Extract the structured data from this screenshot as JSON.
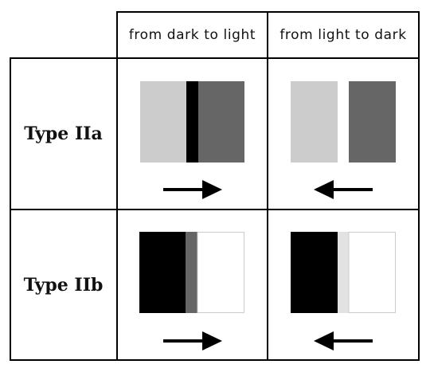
{
  "headers": {
    "col1": "from dark to light",
    "col2": "from light to dark"
  },
  "rows": [
    {
      "label": "Type IIa"
    },
    {
      "label": "Type IIb"
    }
  ],
  "colors": {
    "black": "#000000",
    "dark_gray": "#666666",
    "light_gray": "#cccccc",
    "very_light_gray": "#e2e2e2",
    "white": "#ffffff"
  },
  "icons": [
    "arrow-right-icon",
    "arrow-left-icon"
  ]
}
